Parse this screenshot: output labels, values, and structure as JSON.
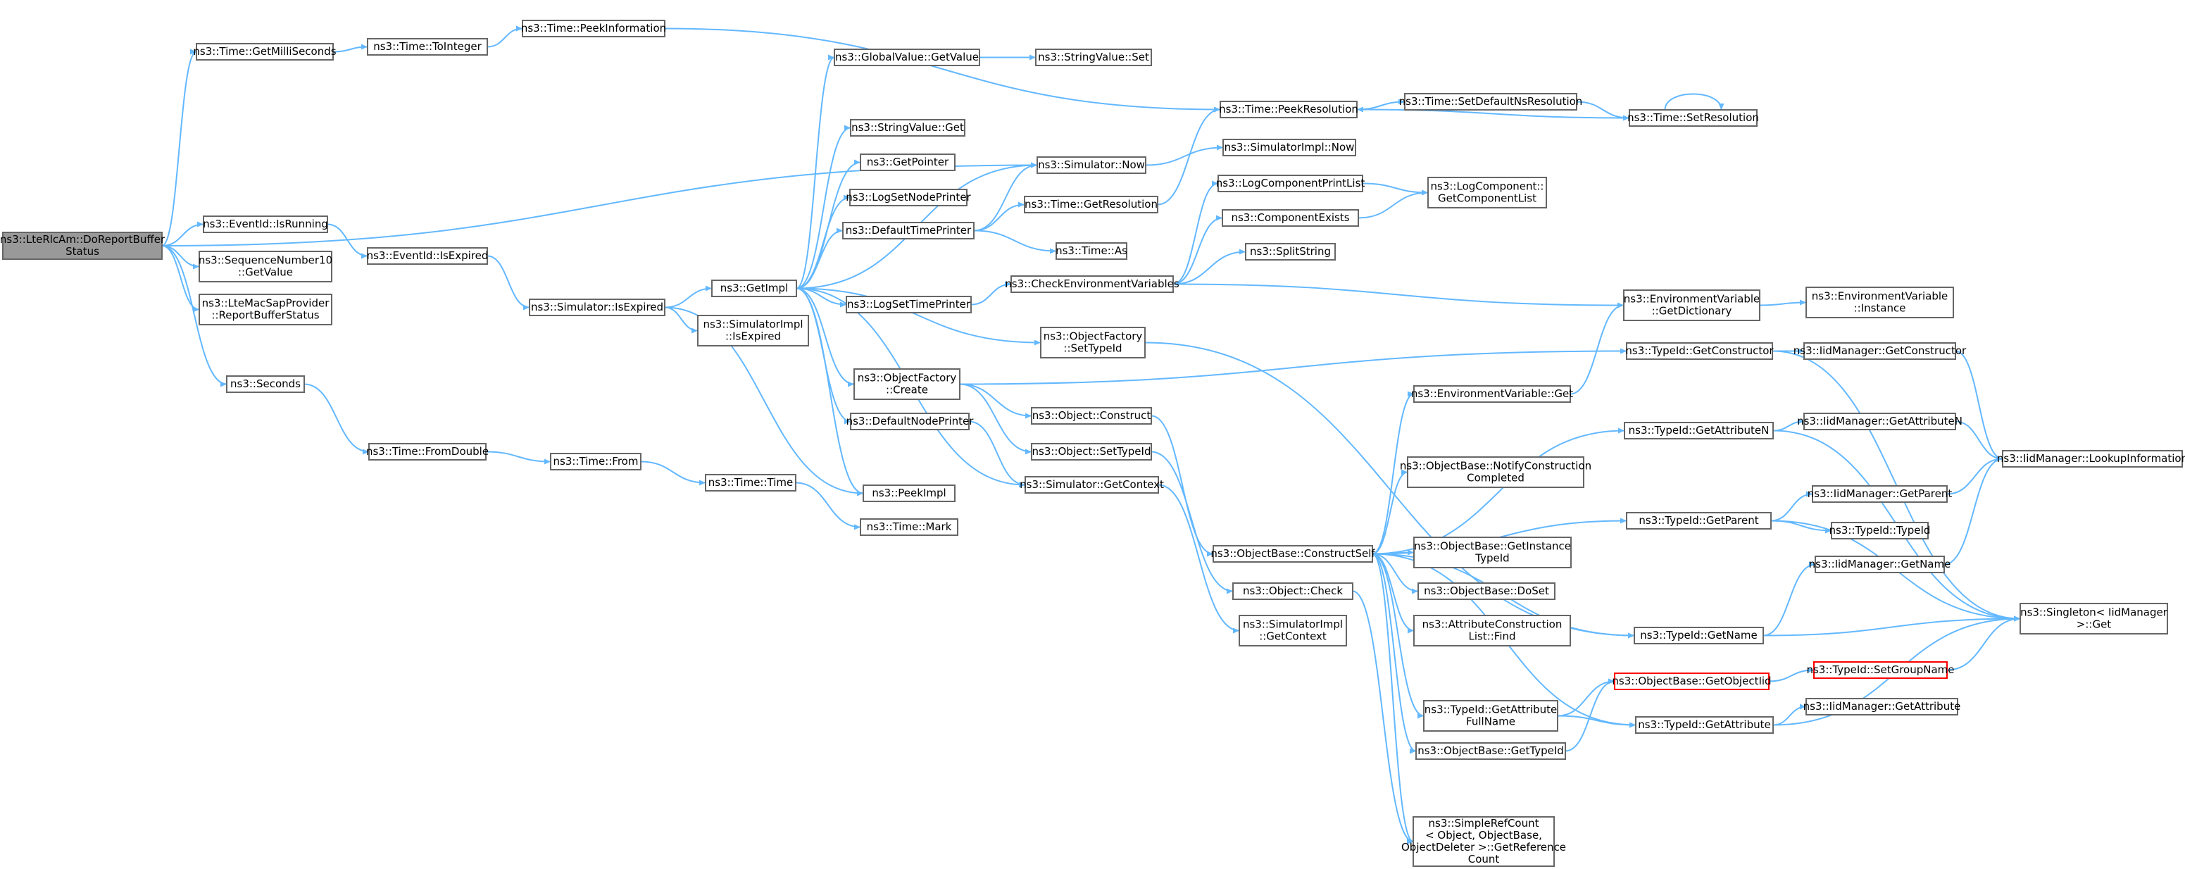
{
  "graph": {
    "colors": {
      "edge": "#63b8ff",
      "node_border": "#666666",
      "root_fill": "#999999",
      "highlight_border": "#ff0000"
    },
    "nodes": [
      {
        "id": "root",
        "lines": [
          "ns3::LteRlcAm::DoReportBuffer",
          "Status"
        ],
        "style": "root"
      },
      {
        "id": "getMilli",
        "lines": [
          "ns3::Time::GetMilliSeconds"
        ]
      },
      {
        "id": "toInteger",
        "lines": [
          "ns3::Time::ToInteger"
        ]
      },
      {
        "id": "peekInfo",
        "lines": [
          "ns3::Time::PeekInformation"
        ]
      },
      {
        "id": "gvGet",
        "lines": [
          "ns3::GlobalValue::GetValue"
        ]
      },
      {
        "id": "svSet",
        "lines": [
          "ns3::StringValue::Set"
        ]
      },
      {
        "id": "peekRes",
        "lines": [
          "ns3::Time::PeekResolution"
        ]
      },
      {
        "id": "setDefNs",
        "lines": [
          "ns3::Time::SetDefaultNsResolution"
        ]
      },
      {
        "id": "setRes",
        "lines": [
          "ns3::Time::SetResolution"
        ]
      },
      {
        "id": "svGet",
        "lines": [
          "ns3::StringValue::Get"
        ]
      },
      {
        "id": "simNow",
        "lines": [
          "ns3::Simulator::Now"
        ]
      },
      {
        "id": "simImplNow",
        "lines": [
          "ns3::SimulatorImpl::Now"
        ]
      },
      {
        "id": "getPointer",
        "lines": [
          "ns3::GetPointer"
        ]
      },
      {
        "id": "logCompPrint",
        "lines": [
          "ns3::LogComponentPrintList"
        ]
      },
      {
        "id": "logCompGet",
        "lines": [
          "ns3::LogComponent::",
          "GetComponentList"
        ]
      },
      {
        "id": "logSetNode",
        "lines": [
          "ns3::LogSetNodePrinter"
        ]
      },
      {
        "id": "getResolution",
        "lines": [
          "ns3::Time::GetResolution"
        ]
      },
      {
        "id": "compExists",
        "lines": [
          "ns3::ComponentExists"
        ]
      },
      {
        "id": "isRunning",
        "lines": [
          "ns3::EventId::IsRunning"
        ]
      },
      {
        "id": "defTimePrinter",
        "lines": [
          "ns3::DefaultTimePrinter"
        ]
      },
      {
        "id": "timeAs",
        "lines": [
          "ns3::Time::As"
        ]
      },
      {
        "id": "seqGet",
        "lines": [
          "ns3::SequenceNumber10",
          "::GetValue"
        ]
      },
      {
        "id": "isExpired",
        "lines": [
          "ns3::EventId::IsExpired"
        ]
      },
      {
        "id": "splitString",
        "lines": [
          "ns3::SplitString"
        ]
      },
      {
        "id": "checkEnv",
        "lines": [
          "ns3::CheckEnvironmentVariables"
        ]
      },
      {
        "id": "getImpl",
        "lines": [
          "ns3::GetImpl"
        ]
      },
      {
        "id": "envGetDict",
        "lines": [
          "ns3::EnvironmentVariable",
          "::GetDictionary"
        ]
      },
      {
        "id": "envInstance",
        "lines": [
          "ns3::EnvironmentVariable",
          "::Instance"
        ]
      },
      {
        "id": "lteMac",
        "lines": [
          "ns3::LteMacSapProvider",
          "::ReportBufferStatus"
        ]
      },
      {
        "id": "simIsExpired",
        "lines": [
          "ns3::Simulator::IsExpired"
        ]
      },
      {
        "id": "logSetTime",
        "lines": [
          "ns3::LogSetTimePrinter"
        ]
      },
      {
        "id": "simImplIsExp",
        "lines": [
          "ns3::SimulatorImpl",
          "::IsExpired"
        ]
      },
      {
        "id": "ofSetTypeId",
        "lines": [
          "ns3::ObjectFactory",
          "::SetTypeId"
        ]
      },
      {
        "id": "tidGetCtor",
        "lines": [
          "ns3::TypeId::GetConstructor"
        ]
      },
      {
        "id": "iidGetCtor",
        "lines": [
          "ns3::IidManager::GetConstructor"
        ]
      },
      {
        "id": "seconds",
        "lines": [
          "ns3::Seconds"
        ]
      },
      {
        "id": "ofCreate",
        "lines": [
          "ns3::ObjectFactory",
          "::Create"
        ]
      },
      {
        "id": "envGet",
        "lines": [
          "ns3::EnvironmentVariable::Get"
        ]
      },
      {
        "id": "objConstruct",
        "lines": [
          "ns3::Object::Construct"
        ]
      },
      {
        "id": "tidGetAttrN",
        "lines": [
          "ns3::TypeId::GetAttributeN"
        ]
      },
      {
        "id": "iidGetAttrN",
        "lines": [
          "ns3::IidManager::GetAttributeN"
        ]
      },
      {
        "id": "fromDouble",
        "lines": [
          "ns3::Time::FromDouble"
        ]
      },
      {
        "id": "defNodePrinter",
        "lines": [
          "ns3::DefaultNodePrinter"
        ]
      },
      {
        "id": "iidLookup",
        "lines": [
          "ns3::IidManager::LookupInformation"
        ]
      },
      {
        "id": "objSetTypeId",
        "lines": [
          "ns3::Object::SetTypeId"
        ]
      },
      {
        "id": "timeFrom",
        "lines": [
          "ns3::Time::From"
        ]
      },
      {
        "id": "obNotify",
        "lines": [
          "ns3::ObjectBase::NotifyConstruction",
          "Completed"
        ]
      },
      {
        "id": "simGetCtx",
        "lines": [
          "ns3::Simulator::GetContext"
        ]
      },
      {
        "id": "timeTime",
        "lines": [
          "ns3::Time::Time"
        ]
      },
      {
        "id": "peekImpl",
        "lines": [
          "ns3::PeekImpl"
        ]
      },
      {
        "id": "iidGetParent",
        "lines": [
          "ns3::IidManager::GetParent"
        ]
      },
      {
        "id": "tidGetParent",
        "lines": [
          "ns3::TypeId::GetParent"
        ]
      },
      {
        "id": "timeMark",
        "lines": [
          "ns3::Time::Mark"
        ]
      },
      {
        "id": "tidTypeId",
        "lines": [
          "ns3::TypeId::TypeId"
        ]
      },
      {
        "id": "obConstructSelf",
        "lines": [
          "ns3::ObjectBase::ConstructSelf"
        ]
      },
      {
        "id": "obGetInstTid",
        "lines": [
          "ns3::ObjectBase::GetInstance",
          "TypeId"
        ]
      },
      {
        "id": "iidGetName",
        "lines": [
          "ns3::IidManager::GetName"
        ]
      },
      {
        "id": "obDoSet",
        "lines": [
          "ns3::ObjectBase::DoSet"
        ]
      },
      {
        "id": "objCheck",
        "lines": [
          "ns3::Object::Check"
        ]
      },
      {
        "id": "singletonGet",
        "lines": [
          "ns3::Singleton< IidManager",
          ">::Get"
        ]
      },
      {
        "id": "attrCtorFind",
        "lines": [
          "ns3::AttributeConstruction",
          "List::Find"
        ]
      },
      {
        "id": "simImplGetCtx",
        "lines": [
          "ns3::SimulatorImpl",
          "::GetContext"
        ]
      },
      {
        "id": "tidGetName",
        "lines": [
          "ns3::TypeId::GetName"
        ]
      },
      {
        "id": "obGetObjTid",
        "lines": [
          "ns3::ObjectBase::GetObjectIid"
        ],
        "style": "red"
      },
      {
        "id": "tidSetGroup",
        "lines": [
          "ns3::TypeId::SetGroupName"
        ],
        "style": "red"
      },
      {
        "id": "tidGetAttrFull",
        "lines": [
          "ns3::TypeId::GetAttribute",
          "FullName"
        ]
      },
      {
        "id": "iidGetAttr",
        "lines": [
          "ns3::IidManager::GetAttribute"
        ]
      },
      {
        "id": "tidGetAttr",
        "lines": [
          "ns3::TypeId::GetAttribute"
        ]
      },
      {
        "id": "obGetTypeId",
        "lines": [
          "ns3::ObjectBase::GetTypeId"
        ]
      },
      {
        "id": "simpleRef",
        "lines": [
          "ns3::SimpleRefCount",
          "< Object, ObjectBase,",
          "ObjectDeleter >::GetReference",
          "Count"
        ]
      }
    ],
    "edges": [
      [
        "root",
        "getMilli"
      ],
      [
        "root",
        "simNow"
      ],
      [
        "root",
        "isRunning"
      ],
      [
        "root",
        "seqGet"
      ],
      [
        "root",
        "lteMac"
      ],
      [
        "root",
        "seconds"
      ],
      [
        "getMilli",
        "toInteger"
      ],
      [
        "toInteger",
        "peekInfo"
      ],
      [
        "peekInfo",
        "peekRes"
      ],
      [
        "peekRes",
        "setDefNs"
      ],
      [
        "setDefNs",
        "setRes"
      ],
      [
        "setRes",
        "peekRes"
      ],
      [
        "setRes",
        "setRes"
      ],
      [
        "gvGet",
        "svSet"
      ],
      [
        "simNow",
        "simImplNow"
      ],
      [
        "getResolution",
        "peekRes"
      ],
      [
        "logCompPrint",
        "logCompGet"
      ],
      [
        "compExists",
        "logCompGet"
      ],
      [
        "isRunning",
        "isExpired"
      ],
      [
        "isExpired",
        "simIsExpired"
      ],
      [
        "defTimePrinter",
        "simNow"
      ],
      [
        "defTimePrinter",
        "getResolution"
      ],
      [
        "defTimePrinter",
        "timeAs"
      ],
      [
        "checkEnv",
        "logCompPrint"
      ],
      [
        "checkEnv",
        "compExists"
      ],
      [
        "checkEnv",
        "splitString"
      ],
      [
        "checkEnv",
        "envGetDict"
      ],
      [
        "logSetTime",
        "checkEnv"
      ],
      [
        "getImpl",
        "gvGet"
      ],
      [
        "getImpl",
        "svGet"
      ],
      [
        "getImpl",
        "getPointer"
      ],
      [
        "getImpl",
        "logSetNode"
      ],
      [
        "getImpl",
        "simNow"
      ],
      [
        "getImpl",
        "defTimePrinter"
      ],
      [
        "getImpl",
        "logSetTime"
      ],
      [
        "getImpl",
        "ofSetTypeId"
      ],
      [
        "getImpl",
        "ofCreate"
      ],
      [
        "getImpl",
        "defNodePrinter"
      ],
      [
        "getImpl",
        "peekImpl"
      ],
      [
        "simIsExpired",
        "getImpl"
      ],
      [
        "simIsExpired",
        "simImplIsExp"
      ],
      [
        "simIsExpired",
        "peekImpl"
      ],
      [
        "envGetDict",
        "envInstance"
      ],
      [
        "envGet",
        "envGetDict"
      ],
      [
        "ofSetTypeId",
        "tidGetName"
      ],
      [
        "tidGetCtor",
        "iidGetCtor"
      ],
      [
        "tidGetCtor",
        "singletonGet"
      ],
      [
        "iidGetCtor",
        "iidLookup"
      ],
      [
        "seconds",
        "fromDouble"
      ],
      [
        "fromDouble",
        "timeFrom"
      ],
      [
        "timeFrom",
        "timeTime"
      ],
      [
        "timeTime",
        "timeMark"
      ],
      [
        "ofCreate",
        "tidGetCtor"
      ],
      [
        "ofCreate",
        "objConstruct"
      ],
      [
        "ofCreate",
        "objSetTypeId"
      ],
      [
        "objConstruct",
        "obConstructSelf"
      ],
      [
        "objSetTypeId",
        "objCheck"
      ],
      [
        "defNodePrinter",
        "simGetCtx"
      ],
      [
        "simGetCtx",
        "getImpl"
      ],
      [
        "simGetCtx",
        "simImplGetCtx"
      ],
      [
        "tidGetAttrN",
        "iidGetAttrN"
      ],
      [
        "tidGetAttrN",
        "singletonGet"
      ],
      [
        "iidGetAttrN",
        "iidLookup"
      ],
      [
        "iidGetParent",
        "iidLookup"
      ],
      [
        "tidGetParent",
        "iidGetParent"
      ],
      [
        "tidGetParent",
        "tidTypeId"
      ],
      [
        "tidGetParent",
        "singletonGet"
      ],
      [
        "iidGetName",
        "iidLookup"
      ],
      [
        "tidGetName",
        "iidGetName"
      ],
      [
        "tidGetName",
        "singletonGet"
      ],
      [
        "obConstructSelf",
        "envGet"
      ],
      [
        "obConstructSelf",
        "tidGetAttrN"
      ],
      [
        "obConstructSelf",
        "obNotify"
      ],
      [
        "obConstructSelf",
        "tidGetParent"
      ],
      [
        "obConstructSelf",
        "obGetInstTid"
      ],
      [
        "obConstructSelf",
        "obDoSet"
      ],
      [
        "obConstructSelf",
        "attrCtorFind"
      ],
      [
        "obConstructSelf",
        "tidGetName"
      ],
      [
        "obConstructSelf",
        "tidGetAttrFull"
      ],
      [
        "obConstructSelf",
        "obGetTypeId"
      ],
      [
        "obConstructSelf",
        "tidGetAttr"
      ],
      [
        "obConstructSelf",
        "simpleRef"
      ],
      [
        "objCheck",
        "simpleRef"
      ],
      [
        "obGetObjTid",
        "tidSetGroup"
      ],
      [
        "tidSetGroup",
        "singletonGet"
      ],
      [
        "tidGetAttrFull",
        "obGetObjTid"
      ],
      [
        "tidGetAttrFull",
        "tidGetAttr"
      ],
      [
        "tidGetAttr",
        "iidGetAttr"
      ],
      [
        "tidGetAttr",
        "singletonGet"
      ],
      [
        "obGetTypeId",
        "obGetObjTid"
      ]
    ]
  }
}
